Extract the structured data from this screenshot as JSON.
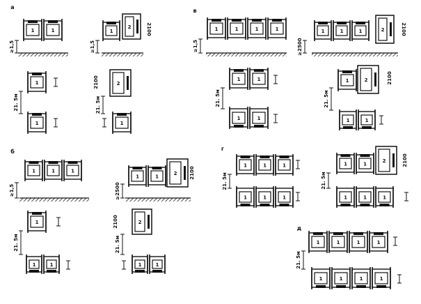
{
  "sections": [
    {
      "id": "a",
      "label": "а"
    },
    {
      "id": "b",
      "label": "б"
    },
    {
      "id": "v",
      "label": "в"
    },
    {
      "id": "g",
      "label": "г"
    },
    {
      "id": "d",
      "label": "д"
    }
  ],
  "labels": {
    "one": "1",
    "two": "2",
    "dim_2100": "2100",
    "dim_gap": "21. 5м",
    "dim_1500": "≥1,5",
    "dim_2500": "≥2500"
  }
}
